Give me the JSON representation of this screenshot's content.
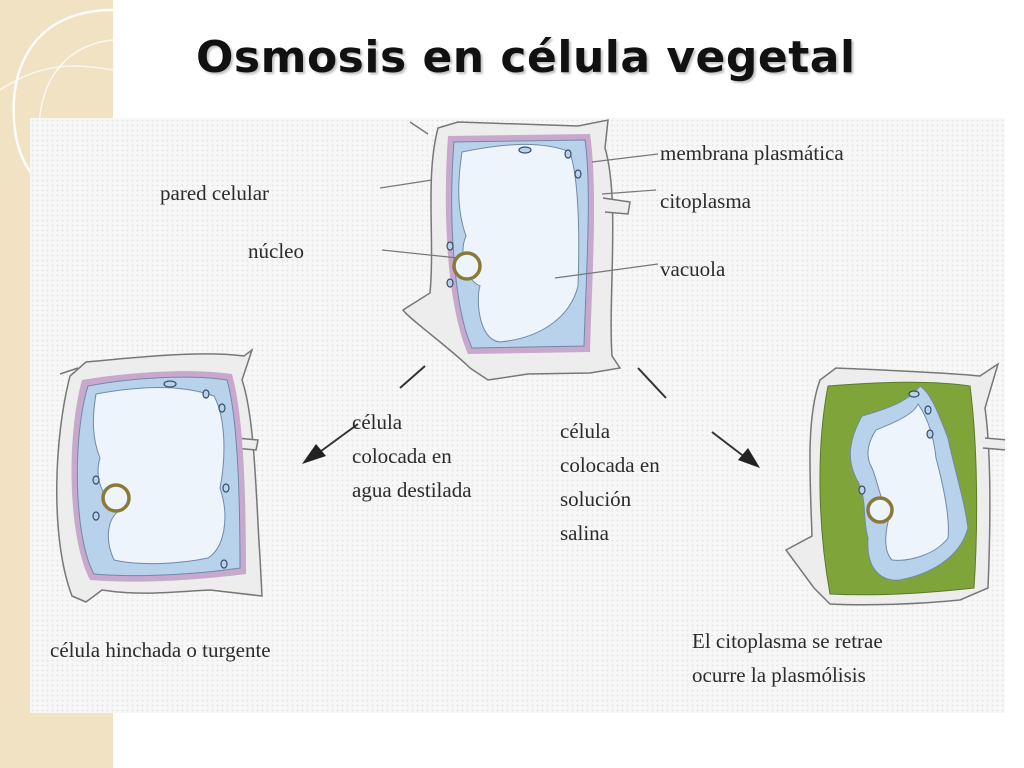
{
  "title": "Osmosis en célula vegetal",
  "colors": {
    "cell_wall": "#ededed",
    "membrane": "#c8a8cc",
    "cytoplasm": "#b8d2ec",
    "vacuole": "#eef4fb",
    "nucleus_ring": "#8a7a3a",
    "shrunk_space": "#7fa53a",
    "band": "#f0e2c2"
  },
  "diagram": {
    "labels": {
      "membrana": "membrana plasmática",
      "pared": "pared celular",
      "citoplasma": "citoplasma",
      "nucleo": "núcleo",
      "vacuola": "vacuola"
    },
    "arrow_left": [
      "célula",
      "colocada en",
      "agua destilada"
    ],
    "arrow_right": [
      "célula",
      "colocada en",
      "solución",
      "salina"
    ],
    "caption_left": "célula hinchada o turgente",
    "caption_right": [
      "El citoplasma se retrae",
      "ocurre la plasmólisis"
    ]
  }
}
